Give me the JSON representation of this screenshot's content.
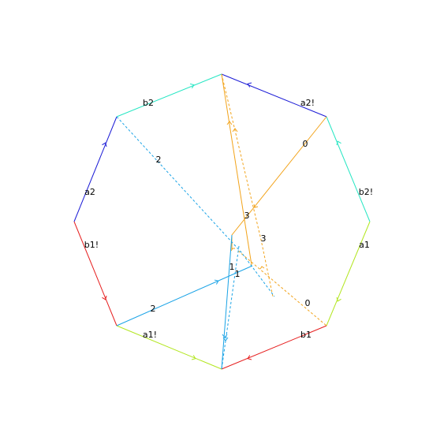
{
  "polygon_edges": [
    {
      "label": "b2",
      "color": "#25e6c3"
    },
    {
      "label": "a2!",
      "color": "#1a1ad6"
    },
    {
      "label": "b2!",
      "color": "#25e6c3"
    },
    {
      "label": "a1",
      "color": "#b2e61e"
    },
    {
      "label": "b1",
      "color": "#e61e1e"
    },
    {
      "label": "a1!",
      "color": "#b2e61e"
    },
    {
      "label": "b1!",
      "color": "#e61e1e"
    },
    {
      "label": "a2",
      "color": "#1a1ad6"
    }
  ],
  "path_labels": [
    "0",
    "0",
    "1",
    "1",
    "2",
    "2",
    "3",
    "3"
  ],
  "colors": {
    "orange": "#f2a31a",
    "cyan": "#1aa3e6",
    "text": "#000000"
  }
}
